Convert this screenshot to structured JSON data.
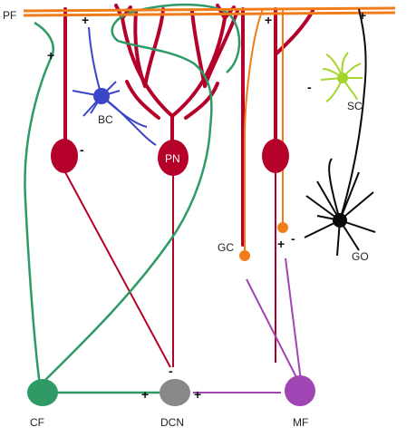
{
  "colors": {
    "purkinje": "#b5002a",
    "parallel_fiber": "#f07d1a",
    "climbing_fiber": "#2e9b67",
    "basket_cell": "#3a45c7",
    "stellate_cell": "#a4d62a",
    "golgi": "#0a0a0a",
    "mossy_fiber": "#a045b4",
    "dcn": "#888888"
  },
  "labels": {
    "pf": "PF",
    "bc": "BC",
    "sc": "SC",
    "pn": "PN",
    "gc": "GC",
    "go": "GO",
    "cf": "CF",
    "dcn": "DCN",
    "mf": "MF"
  },
  "signs": {
    "plus": "+",
    "minus": "-"
  }
}
